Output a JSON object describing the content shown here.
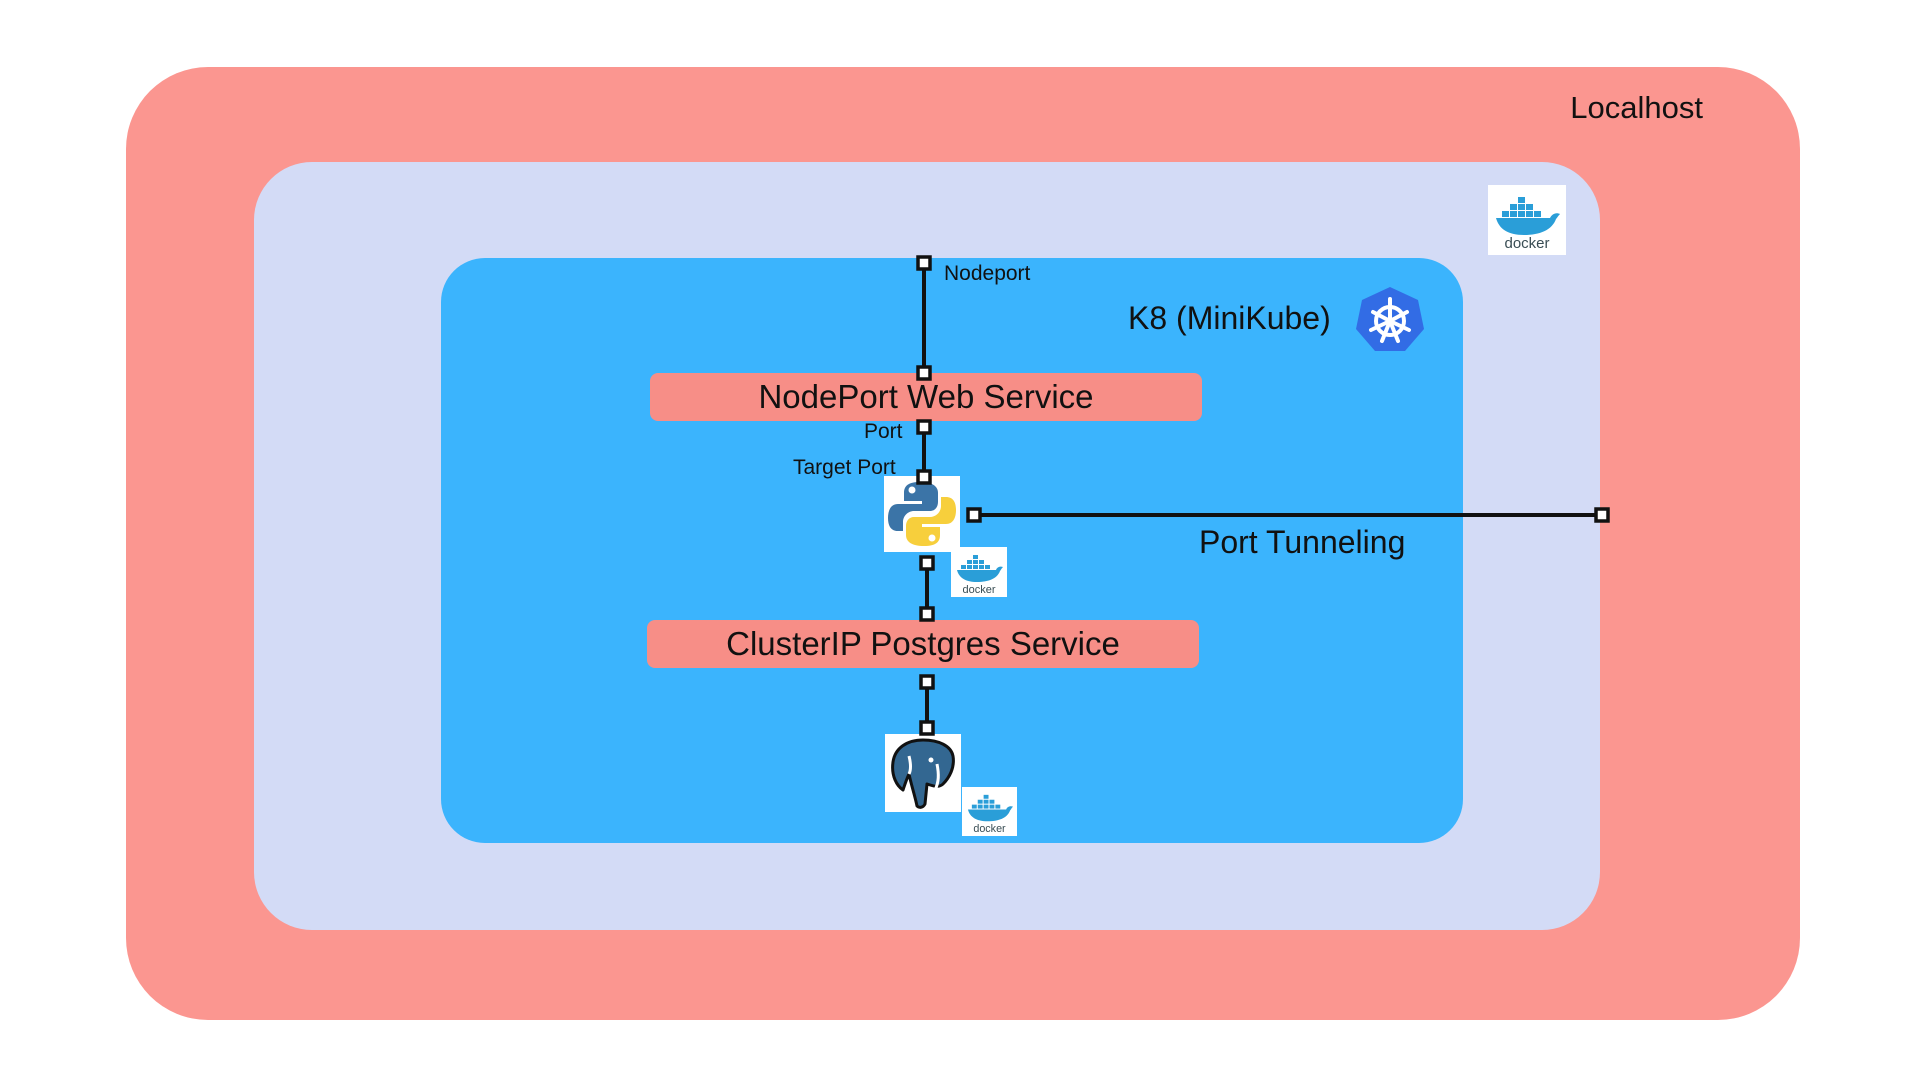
{
  "zones": {
    "localhost_label": "Localhost",
    "k8_label": "K8 (MiniKube)"
  },
  "ports": {
    "nodeport_label": "Nodeport",
    "port_label": "Port",
    "target_port_label": "Target Port",
    "tunneling_label": "Port Tunneling"
  },
  "services": {
    "web_service": "NodePort Web Service",
    "postgres_service": "ClusterIP Postgres Service"
  },
  "icons": {
    "docker_main": "docker",
    "docker_python": "docker",
    "docker_postgres": "docker",
    "kubernetes": "kubernetes-icon",
    "python": "python-icon",
    "postgres": "postgres-icon"
  },
  "colors": {
    "localhost_zone": "#fb9690",
    "docker_zone": "#d3dbf6",
    "k8_zone": "#3bb4fd",
    "service_bar": "#f78e87",
    "docker_blue": "#2a9ed8",
    "k8s_blue": "#326ce5"
  }
}
